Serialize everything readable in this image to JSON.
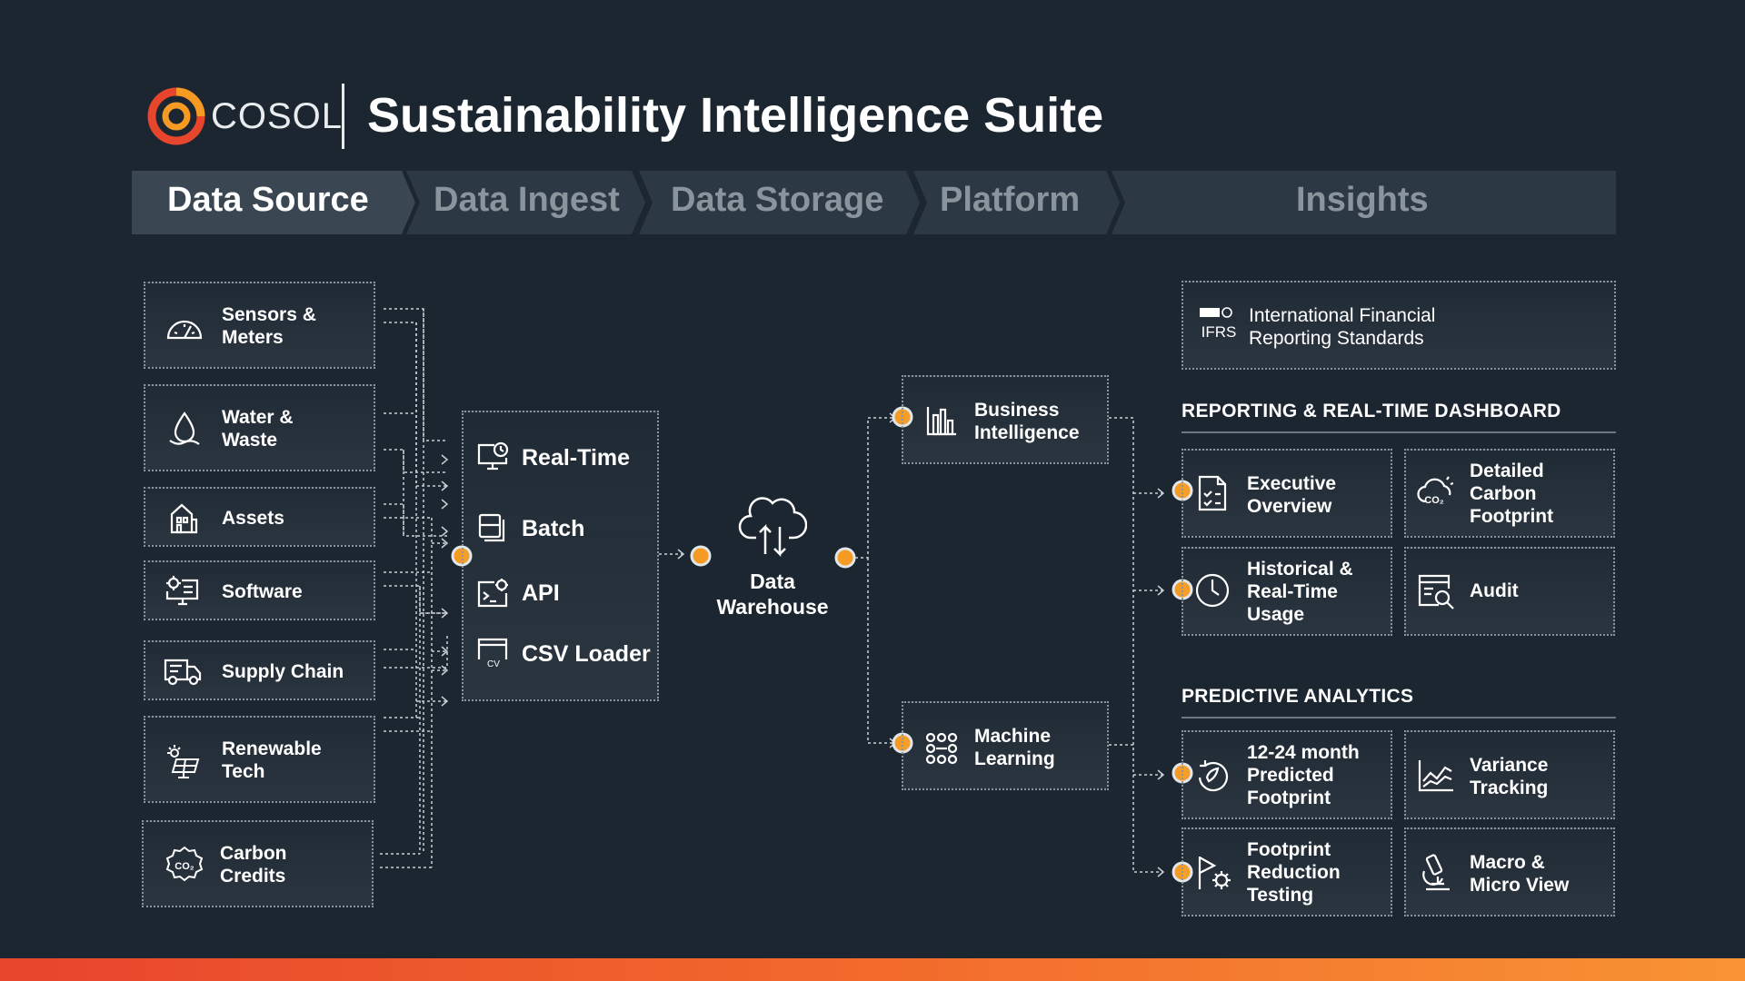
{
  "header": {
    "brand": "COSOL",
    "title": "Sustainability Intelligence Suite"
  },
  "stages": [
    "Data Source",
    "Data Ingest",
    "Data Storage",
    "Platform",
    "Insights"
  ],
  "sources": [
    {
      "label": "Sensors &\nMeters",
      "icon": "gauge-icon"
    },
    {
      "label": "Water &\nWaste",
      "icon": "water-drop-icon"
    },
    {
      "label": "Assets",
      "icon": "building-icon"
    },
    {
      "label": "Software",
      "icon": "computer-gear-icon"
    },
    {
      "label": "Supply Chain",
      "icon": "truck-icon"
    },
    {
      "label": "Renewable\nTech",
      "icon": "solar-panel-icon"
    },
    {
      "label": "Carbon\nCredits",
      "icon": "co2-badge-icon"
    }
  ],
  "ingest": [
    {
      "label": "Real-Time",
      "icon": "monitor-clock-icon"
    },
    {
      "label": "Batch",
      "icon": "stacked-files-icon"
    },
    {
      "label": "API",
      "icon": "code-window-icon"
    },
    {
      "label": "CSV Loader",
      "icon": "csv-window-icon"
    }
  ],
  "storage": {
    "label": "Data\nWarehouse",
    "icon": "cloud-transfer-icon"
  },
  "platform": [
    {
      "label": "Business\nIntelligence",
      "icon": "bar-chart-icon"
    },
    {
      "label": "Machine\nLearning",
      "icon": "node-grid-icon"
    }
  ],
  "insights": {
    "ifrs": {
      "icon_text": "IFRS",
      "label": "International Financial\nReporting Standards"
    },
    "reporting": {
      "heading": "REPORTING & REAL-TIME DASHBOARD",
      "items": [
        {
          "label": "Executive\nOverview",
          "icon": "checklist-doc-icon"
        },
        {
          "label": "Detailed\nCarbon\nFootprint",
          "icon": "co2-cloud-icon"
        },
        {
          "label": "Historical &\nReal-Time\nUsage",
          "icon": "clock-icon"
        },
        {
          "label": "Audit",
          "icon": "audit-search-icon"
        }
      ]
    },
    "predictive": {
      "heading": "PREDICTIVE ANALYTICS",
      "items": [
        {
          "label": "12-24 month\nPredicted\nFootprint",
          "icon": "forecast-icon"
        },
        {
          "label": "Variance\nTracking",
          "icon": "line-graph-icon"
        },
        {
          "label": "Footprint\nReduction\nTesting",
          "icon": "flag-gear-icon"
        },
        {
          "label": "Macro &\nMicro View",
          "icon": "microscope-icon"
        }
      ]
    }
  },
  "colors": {
    "background": "#1b2631",
    "accent": "#f59a23",
    "stripe_start": "#e8452d",
    "stripe_end": "#f89334"
  }
}
